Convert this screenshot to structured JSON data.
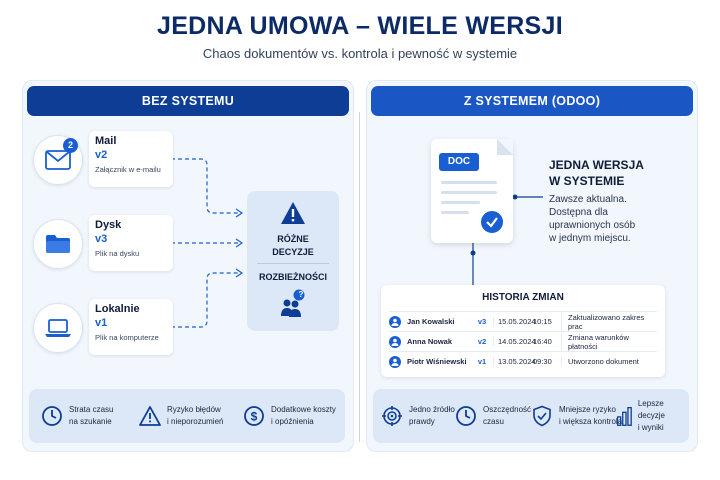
{
  "title": "JEDNA UMOWA – WIELE WERSJI",
  "subtitle": "Chaos dokumentów vs. kontrola i pewność w systemie",
  "colors": {
    "navy": "#0d3d94",
    "blue": "#1a5fd1",
    "panel_bg": "#f2f7fd",
    "strip_bg": "#dce8f8"
  },
  "left": {
    "header": "BEZ SYSTEMU",
    "sources": [
      {
        "icon": "mail-icon",
        "badge": "2",
        "name": "Mail",
        "version": "v2",
        "desc": "Załącznik w e-mailu"
      },
      {
        "icon": "folder-icon",
        "name": "Dysk",
        "version": "v3",
        "desc": "Plik na dysku"
      },
      {
        "icon": "laptop-icon",
        "name": "Lokalnie",
        "version": "v1",
        "desc": "Plik na komputerze"
      }
    ],
    "conflict": {
      "line1": "RÓŻNE",
      "line2": "DECYZJE",
      "line3": "ROZBIEŻNOŚCI",
      "badge": "?"
    },
    "problems": [
      {
        "icon": "clock-icon",
        "line1": "Strata czasu",
        "line2": "na szukanie"
      },
      {
        "icon": "warning-icon",
        "line1": "Ryzyko błędów",
        "line2": "i nieporozumień"
      },
      {
        "icon": "dollar-icon",
        "line1": "Dodatkowe koszty",
        "line2": "i opóźnienia"
      }
    ]
  },
  "right": {
    "header": "Z SYSTEMEM (ODOO)",
    "doc_tag": "DOC",
    "one_title_1": "JEDNA WERSJA",
    "one_title_2": "W SYSTEMIE",
    "one_desc": [
      "Zawsze aktualna.",
      "Dostępna dla",
      "uprawnionych osób",
      "w jednym miejscu."
    ],
    "history": {
      "title": "HISTORIA ZMIAN",
      "rows": [
        {
          "user": "Jan Kowalski",
          "version": "v3",
          "date": "15.05.2024",
          "time": "10:15",
          "desc": "Zaktualizowano zakres prac"
        },
        {
          "user": "Anna Nowak",
          "version": "v2",
          "date": "14.05.2024",
          "time": "16:40",
          "desc": "Zmiana warunków płatności"
        },
        {
          "user": "Piotr Wiśniewski",
          "version": "v1",
          "date": "13.05.2024",
          "time": "09:30",
          "desc": "Utworzono dokument"
        }
      ]
    },
    "benefits": [
      {
        "icon": "target-icon",
        "line1": "Jedno źródło",
        "line2": "prawdy"
      },
      {
        "icon": "clock-icon",
        "line1": "Oszczędność",
        "line2": "czasu"
      },
      {
        "icon": "shield-check-icon",
        "line1": "Mniejsze ryzyko",
        "line2": "i większa kontrola"
      },
      {
        "icon": "bar-chart-icon",
        "line1": "Lepsze decyzje",
        "line2": "i wyniki"
      }
    ]
  }
}
